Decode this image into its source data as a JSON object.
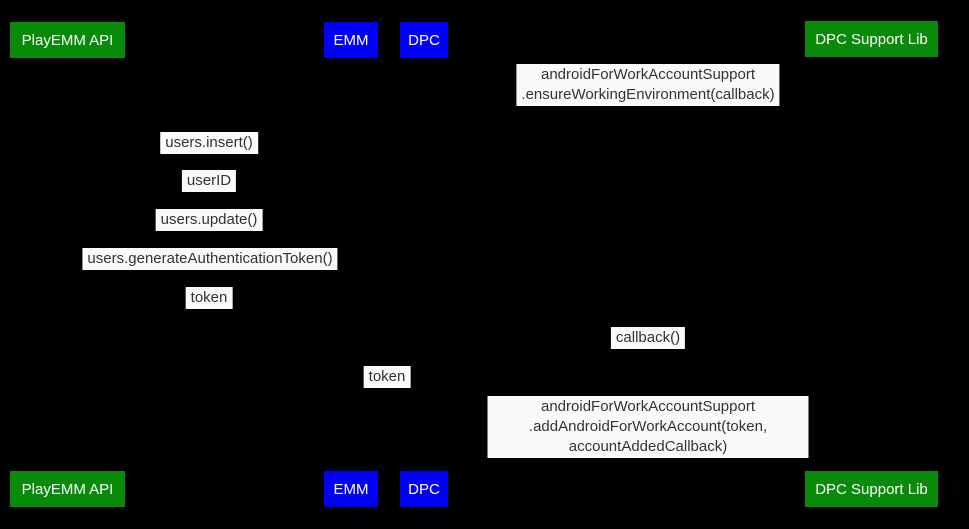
{
  "diagram": {
    "kind": "sequence-diagram",
    "colors": {
      "background": "#000000",
      "participant_green": "#0a8a0a",
      "participant_blue": "#0000f4",
      "message_label_background": "#fafafa",
      "message_label_text": "#333333",
      "participant_text": "#ffffff"
    },
    "participants": [
      {
        "label": "PlayEMM API"
      },
      {
        "label": "EMM"
      },
      {
        "label": "DPC"
      },
      {
        "label": "DPC Support Lib"
      }
    ],
    "messages": [
      {
        "text": "androidForWorkAccountSupport\n.ensureWorkingEnvironment(callback)"
      },
      {
        "text": "users.insert()"
      },
      {
        "text": "userID"
      },
      {
        "text": "users.update()"
      },
      {
        "text": "users.generateAuthenticationToken()"
      },
      {
        "text": "token"
      },
      {
        "text": "callback()"
      },
      {
        "text": "token"
      },
      {
        "text": "androidForWorkAccountSupport\n.addAndroidForWorkAccount(token, accountAddedCallback)"
      }
    ]
  }
}
